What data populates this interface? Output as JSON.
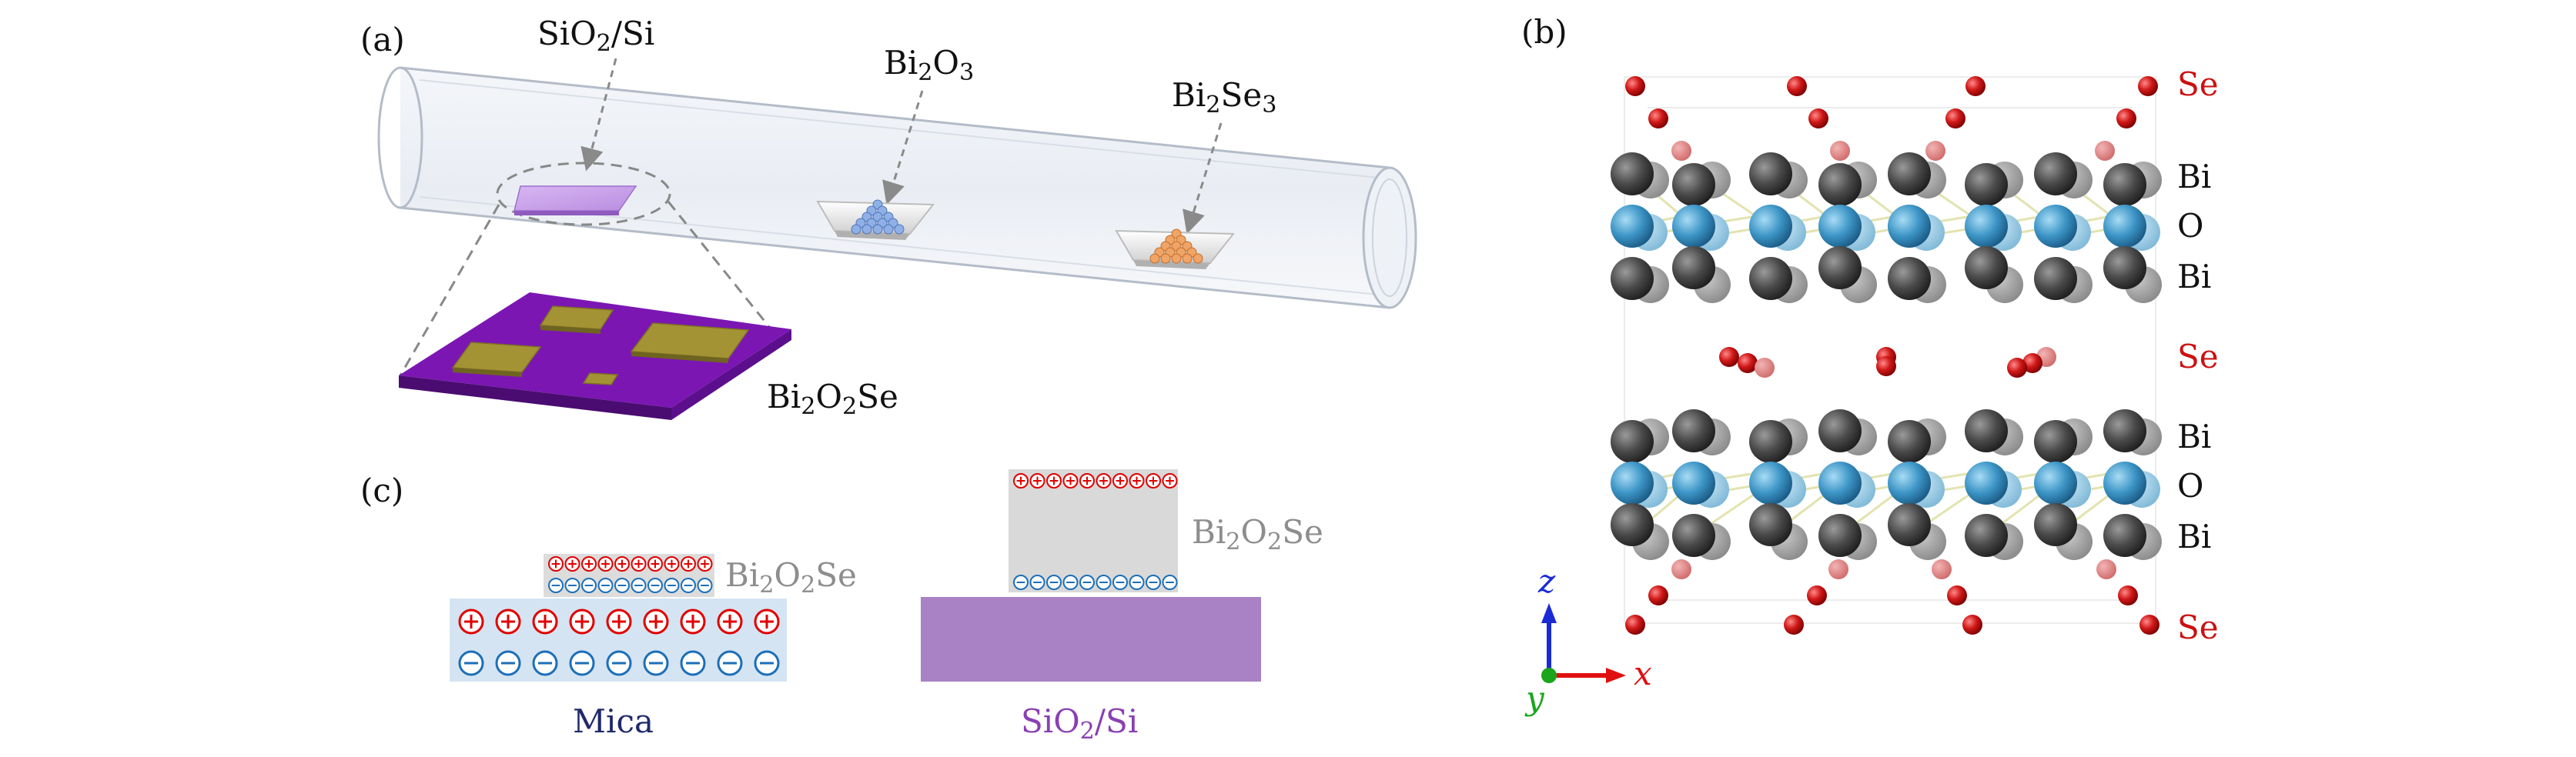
{
  "panel_a": {
    "label": "(a)",
    "substrate_label": "SiO2/Si",
    "source1_label": "Bi2O3",
    "source2_label": "Bi2Se3",
    "flake_label": "Bi2O2Se"
  },
  "panel_b": {
    "label": "(b)",
    "layers": [
      "Se",
      "Bi",
      "O",
      "Bi",
      "Se",
      "Bi",
      "O",
      "Bi",
      "Se"
    ],
    "axis_z": "z",
    "axis_x": "x",
    "axis_y": "y"
  },
  "panel_c": {
    "label": "(c)",
    "left_film_label": "Bi2O2Se",
    "left_substrate_label": "Mica",
    "right_film_label": "Bi2O2Se",
    "right_substrate_label": "SiO2/Si"
  },
  "colors": {
    "purple_substrate": "#7b16b3",
    "gold_flake": "#a39334",
    "se_red": "#cc1111",
    "bi_dark": "#4a4a4a",
    "o_blue": "#3c95c6",
    "mica_fill": "#d5e4f2",
    "sio2_fill": "#a882c4",
    "film_gray": "#d9d9d9",
    "plus_red": "#e00000",
    "minus_blue": "#1c6fb8",
    "mica_text": "#1f2a6b",
    "sio2_text": "#8a3fb3"
  }
}
